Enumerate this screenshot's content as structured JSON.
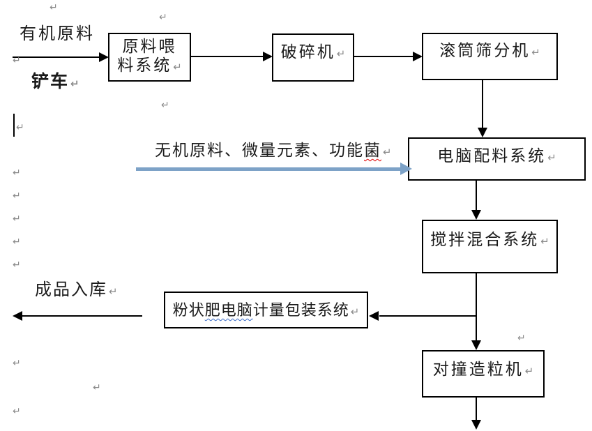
{
  "marks": {
    "pilcrow": "↵"
  },
  "colors": {
    "line": "#000000",
    "accent_arrow": "#7da2c7",
    "spell_check_red": "#e00000",
    "spell_check_blue": "#3b6cc7",
    "formatting_mark_gray": "#8a8a8a"
  },
  "labels": {
    "organic_input": "有机原料",
    "loader": "铲车",
    "inorganic": {
      "prefix": "无机原料、微量元素、功能",
      "flagged": "菌"
    },
    "finished_goods": "成品入库"
  },
  "boxes": {
    "feeding": {
      "line1": "原料喂",
      "line2": "料系统"
    },
    "crusher": {
      "label": "破碎机"
    },
    "drum_screen": {
      "label": "滚筒筛分机"
    },
    "batching": {
      "label": "电脑配料系统"
    },
    "mixing": {
      "label": "搅拌混合系统"
    },
    "packing": {
      "prefix": "粉状",
      "flagged": "肥电脑",
      "suffix": "计量包装系统"
    },
    "granulator": {
      "label": "对撞造粒机"
    }
  }
}
